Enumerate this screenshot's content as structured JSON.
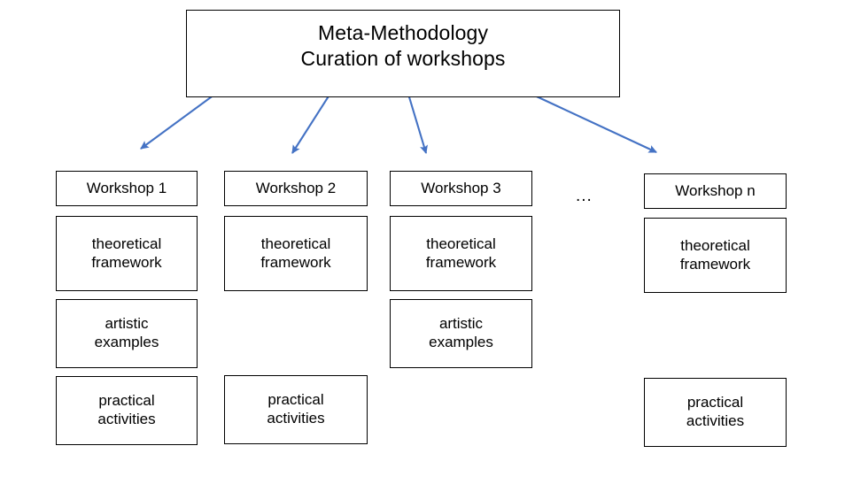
{
  "diagram": {
    "title": "Meta-Methodology Curation of workshops",
    "root": {
      "line1": "Meta-Methodology",
      "line2": "Curation of workshops"
    },
    "ellipsis": "...",
    "colors": {
      "arrow": "#4472C4",
      "box_border": "#000000",
      "box_fill": "#FFFFFF",
      "text": "#000000"
    },
    "columns": [
      {
        "header": "Workshop 1",
        "items": [
          {
            "line1": "theoretical",
            "line2": "framework"
          },
          {
            "line1": "artistic",
            "line2": "examples"
          },
          {
            "line1": "practical",
            "line2": "activities"
          }
        ]
      },
      {
        "header": "Workshop 2",
        "items": [
          {
            "line1": "theoretical",
            "line2": "framework"
          },
          {
            "line1": "practical",
            "line2": "activities"
          }
        ]
      },
      {
        "header": "Workshop 3",
        "items": [
          {
            "line1": "theoretical",
            "line2": "framework"
          },
          {
            "line1": "artistic",
            "line2": "examples"
          }
        ]
      },
      {
        "header": "Workshop n",
        "items": [
          {
            "line1": "theoretical",
            "line2": "framework"
          },
          {
            "line1": "practical",
            "line2": "activities"
          }
        ]
      }
    ]
  }
}
